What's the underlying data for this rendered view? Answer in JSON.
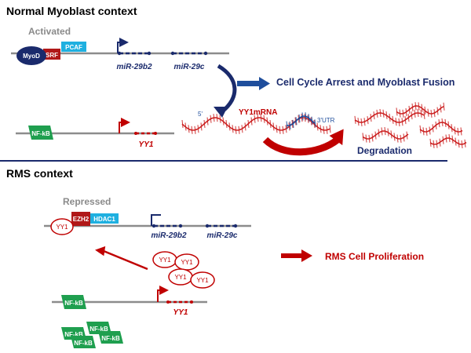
{
  "normal": {
    "title": "Normal Myoblast context",
    "state": "Activated",
    "factors": {
      "myod": "MyoD",
      "srf": "SRF",
      "pcaf": "PCAF",
      "nfkb": "NF-kB"
    },
    "genes": {
      "mir29b2": "miR-29b2",
      "mir29c": "miR-29c",
      "yy1": "YY1"
    },
    "mrna": {
      "label": "YY1mRNA",
      "five_prime": "5'",
      "three_prime": "3'UTR"
    },
    "outcome": "Cell Cycle Arrest and Myoblast Fusion",
    "degradation": "Degradation"
  },
  "rms": {
    "title": "RMS context",
    "state": "Repressed",
    "factors": {
      "yy1": "YY1",
      "ezh2": "EZH2",
      "hdac1": "HDAC1",
      "nfkb": "NF-kB"
    },
    "genes": {
      "mir29b2": "miR-29b2",
      "mir29c": "miR-29c",
      "yy1": "YY1"
    },
    "protein": "YY1",
    "outcome": "RMS Cell Proliferation"
  },
  "colors": {
    "navy": "#1a2a6c",
    "blue": "#1f4e9c",
    "red": "#c00000",
    "mrna_red": "#cc2222",
    "gray_line": "#8c8c8c",
    "cyan": "#1fb0e0",
    "green": "#1f9f4f"
  }
}
